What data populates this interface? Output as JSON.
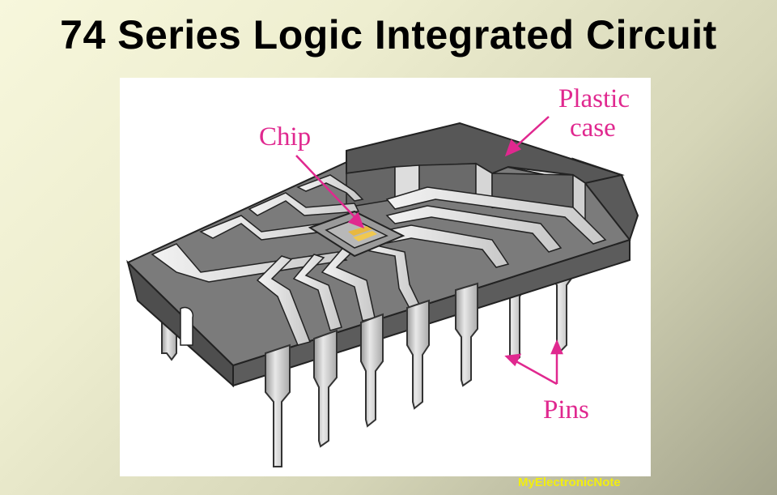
{
  "title": "74 Series Logic Integrated Circuit",
  "diagram": {
    "labels": {
      "chip": "Chip",
      "plastic_case_line1": "Plastic",
      "plastic_case_line2": "case",
      "pins": "Pins"
    },
    "colors": {
      "label": "#e0288f",
      "chip_die": "#e8b840",
      "case_dark": "#5a5a5a",
      "case_mid": "#7a7a7a",
      "trace_light": "#d8d8d8",
      "pin": "#c8c8c8"
    }
  },
  "watermark": "MyElectronicNote"
}
